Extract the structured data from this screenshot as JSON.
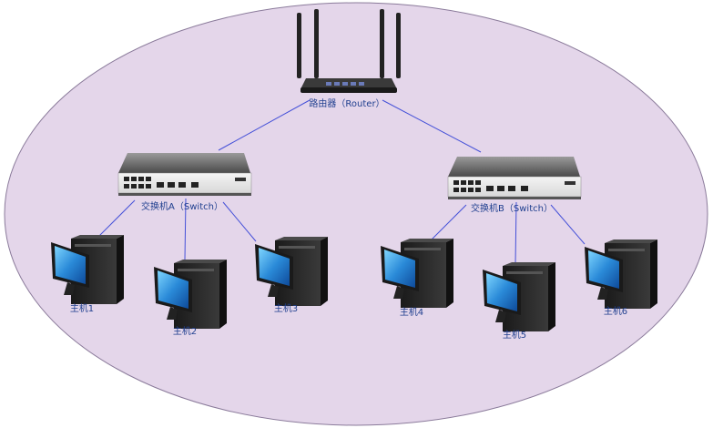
{
  "network": {
    "router": {
      "label": "路由器（Router）"
    },
    "switches": [
      {
        "id": "A",
        "label": "交换机A（Switch）"
      },
      {
        "id": "B",
        "label": "交换机B（Switch）"
      }
    ],
    "hosts": [
      {
        "label": "主机1",
        "switch": "A"
      },
      {
        "label": "主机2",
        "switch": "A"
      },
      {
        "label": "主机3",
        "switch": "A"
      },
      {
        "label": "主机4",
        "switch": "B"
      },
      {
        "label": "主机5",
        "switch": "B"
      },
      {
        "label": "主机6",
        "switch": "B"
      }
    ]
  },
  "colors": {
    "background_ellipse": "#e4d6ea",
    "link_line": "#4450d8",
    "label_text": "#1f3f8f",
    "device_dark": "#2b2b2b"
  },
  "icons": {
    "router": "router-icon",
    "switch": "switch-icon",
    "host": "desktop-computer-icon"
  }
}
